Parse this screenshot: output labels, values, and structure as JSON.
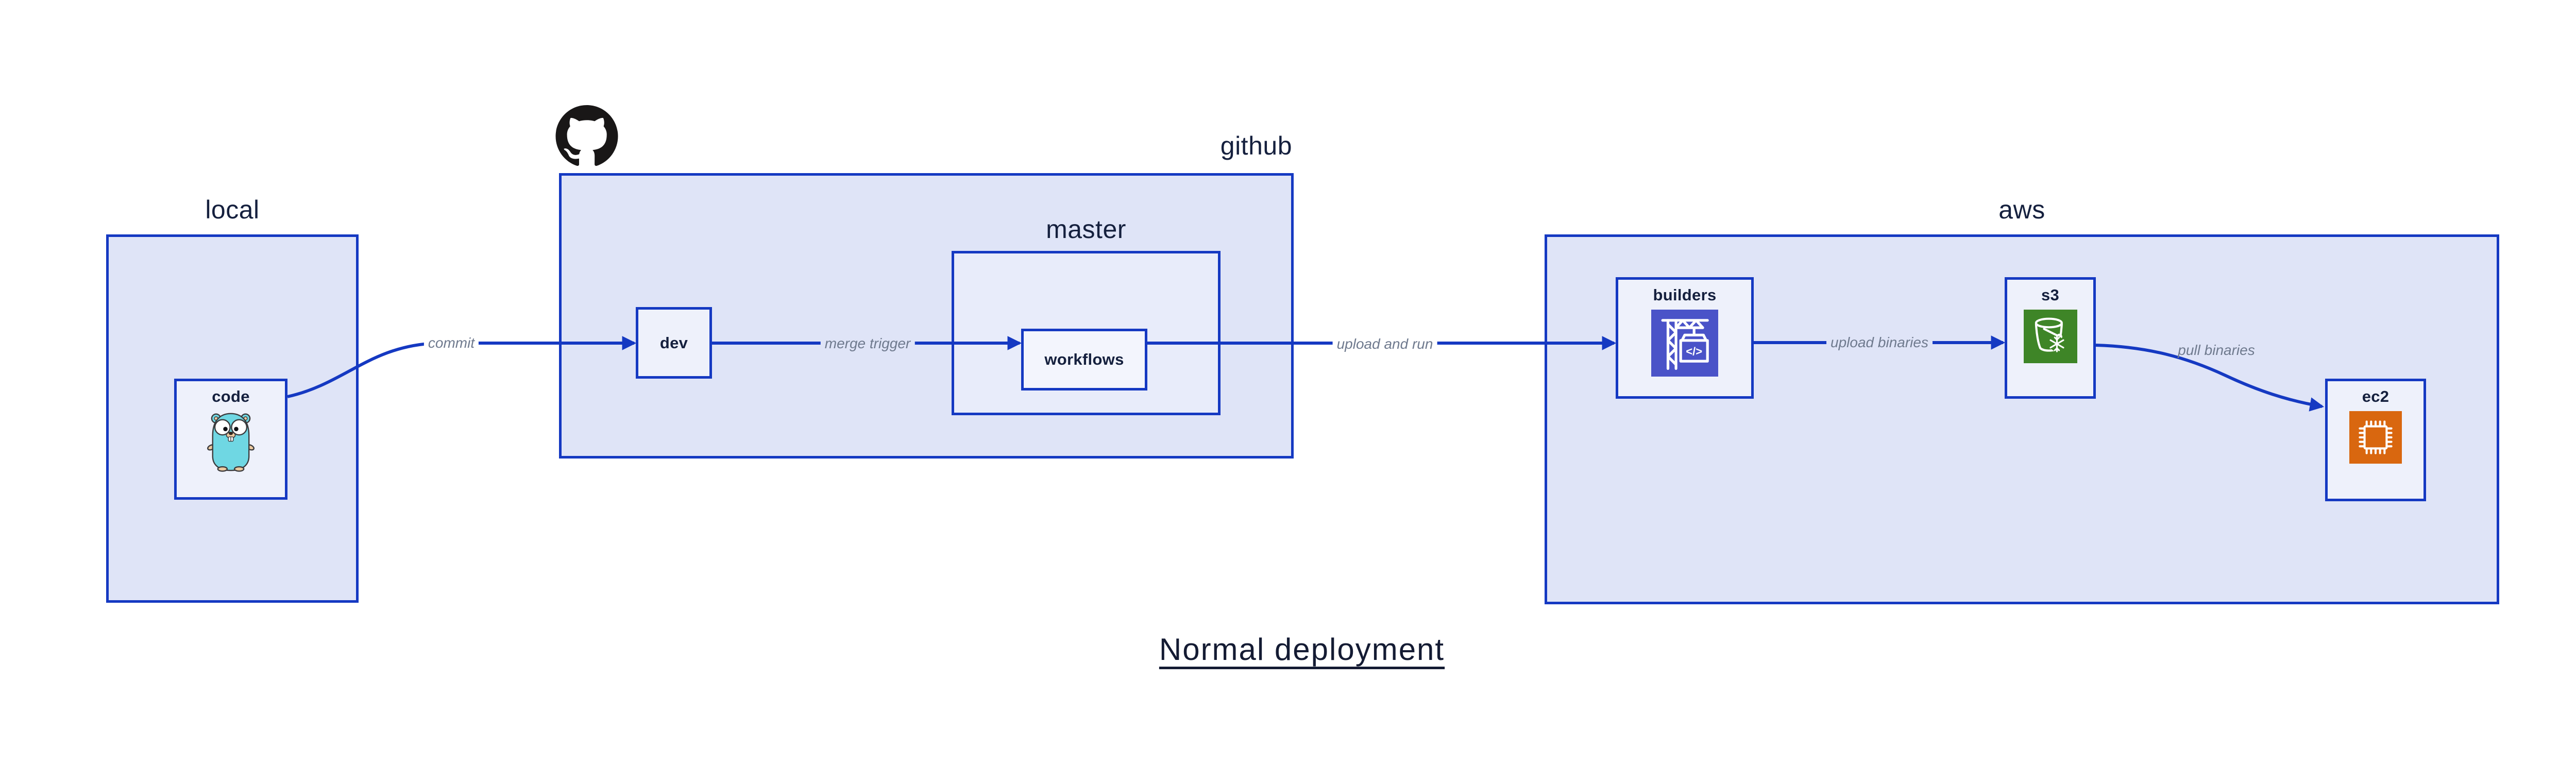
{
  "title": {
    "text": "Normal deployment"
  },
  "containers": {
    "local": {
      "label": "local"
    },
    "github": {
      "label": "github"
    },
    "master": {
      "label": "master"
    },
    "aws": {
      "label": "aws"
    }
  },
  "nodes": {
    "code": {
      "label": "code",
      "icon": "go-gopher-icon"
    },
    "dev": {
      "label": "dev"
    },
    "workflows": {
      "label": "workflows"
    },
    "builders": {
      "label": "builders",
      "icon": "codebuild-crane-icon"
    },
    "s3": {
      "label": "s3",
      "icon": "s3-bucket-snowflake-icon"
    },
    "ec2": {
      "label": "ec2",
      "icon": "ec2-chip-icon"
    }
  },
  "logos": {
    "github_octocat": "github-octocat-icon"
  },
  "edges": {
    "commit": {
      "label": "commit"
    },
    "merge_trigger": {
      "label": "merge trigger"
    },
    "upload_and_run": {
      "label": "upload and run"
    },
    "upload_binaries": {
      "label": "upload binaries"
    },
    "pull_binaries": {
      "label": "pull binaries"
    }
  },
  "colors": {
    "accent": "#1539c2",
    "containerFill": "#dfe4f7",
    "leafFill": "#eef1fb",
    "masterFill": "#e8ecfa",
    "workflowsFill": "#f3f5fd",
    "textDark": "#15203e",
    "edgeLabel": "#6f7a8e",
    "titleColor": "#141b33",
    "octocat": "#191717",
    "gopherBody": "#6fd7e3",
    "gopherSkin": "#eccaa0",
    "codebuildBg": "#4a53c8",
    "s3Green": "#3e8527",
    "ec2Orange": "#d9670f"
  }
}
